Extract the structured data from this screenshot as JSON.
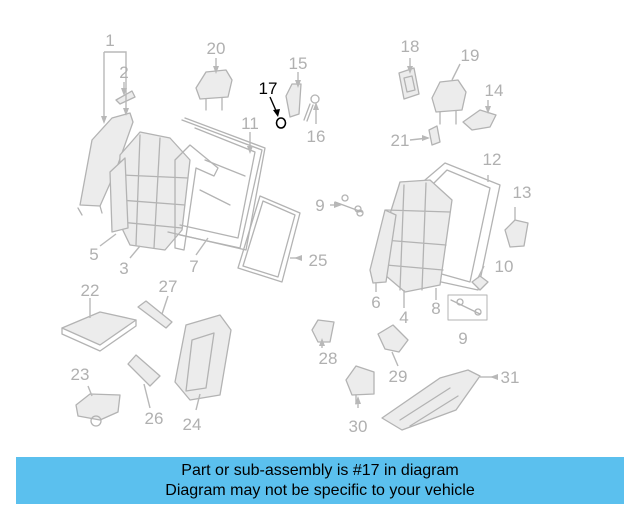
{
  "banner": {
    "line1": "Part or sub-assembly is #17 in diagram",
    "line2": "Diagram may not be specific to your vehicle"
  },
  "highlight_color": "#000000",
  "callout_color": "#b0b0b0",
  "banner_color": "#5bc0ee",
  "callouts": {
    "c1": "1",
    "c2": "2",
    "c3": "3",
    "c5": "5",
    "c7": "7",
    "c11": "11",
    "c15": "15",
    "c16": "16",
    "c17": "17",
    "c20": "20",
    "c22": "22",
    "c23": "23",
    "c24": "24",
    "c25": "25",
    "c26": "26",
    "c27": "27",
    "c18": "18",
    "c19": "19",
    "c14": "14",
    "c21": "21",
    "c12": "12",
    "c13": "13",
    "c9a": "9",
    "c10": "10",
    "c6": "6",
    "c4": "4",
    "c8": "8",
    "c9b": "9",
    "c28": "28",
    "c29": "29",
    "c31": "31",
    "c30": "30"
  }
}
